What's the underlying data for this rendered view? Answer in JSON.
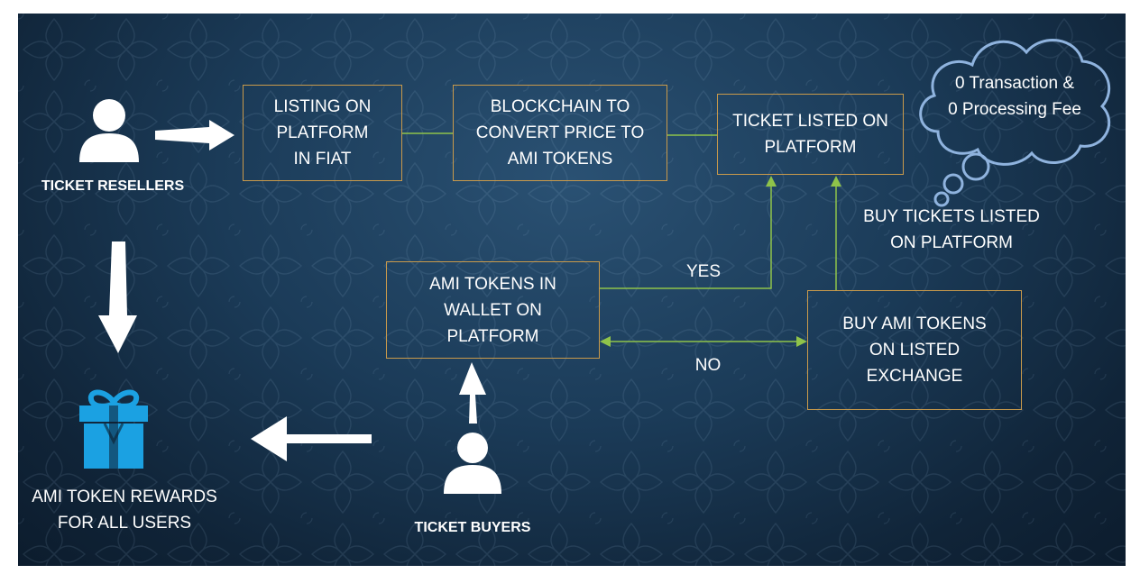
{
  "actors": {
    "resellers": "TICKET RESELLERS",
    "buyers": "TICKET BUYERS"
  },
  "rewards": {
    "label": "AMI TOKEN REWARDS\nFOR ALL USERS"
  },
  "boxes": {
    "listing": "LISTING ON\nPLATFORM\nIN FIAT",
    "blockchain": "BLOCKCHAIN TO\nCONVERT PRICE TO\nAMI TOKENS",
    "listed": "TICKET LISTED ON\nPLATFORM",
    "wallet": "AMI TOKENS IN\nWALLET ON\nPLATFORM",
    "exchange": "BUY AMI TOKENS\nON LISTED\nEXCHANGE"
  },
  "edge_labels": {
    "yes": "YES",
    "no": "NO",
    "buy_listed": "BUY TICKETS LISTED\nON PLATFORM"
  },
  "cloud": {
    "text": "0 Transaction &\n0 Processing Fee"
  },
  "colors": {
    "box_border": "#c99a4b",
    "connector": "#8fc34a",
    "gift": "#1ba1e2",
    "text": "#ffffff"
  },
  "icons": [
    "person-icon",
    "gift-icon",
    "cloud-thought-icon",
    "arrow-icon"
  ]
}
